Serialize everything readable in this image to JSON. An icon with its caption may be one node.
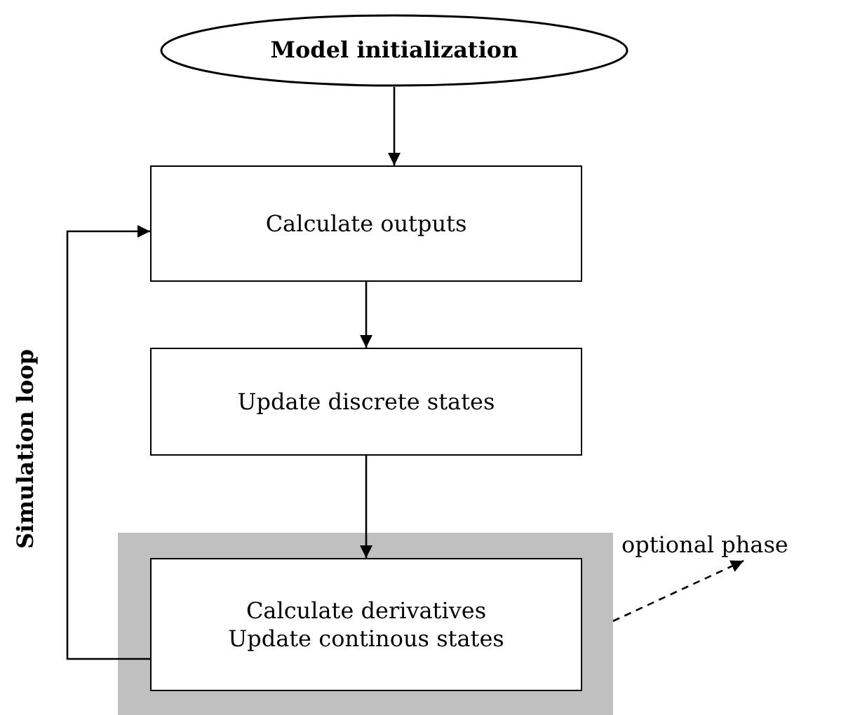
{
  "diagram": {
    "nodes": [
      {
        "text": [
          "Model initialization"
        ]
      },
      {
        "text": [
          "Calculate outputs"
        ]
      },
      {
        "text": [
          "Update discrete states"
        ]
      },
      {
        "text": [],
        "shape": "box"
      },
      {
        "text": [
          "Calculate derivatives",
          "Update continous states"
        ],
        "in": 3
      },
      {
        "text": [
          "optional phase"
        ]
      }
    ],
    "edges": [
      {
        "from": 0,
        "to": 1,
        "arrow": "to"
      },
      {
        "from": 1,
        "to": 2,
        "arrow": "to"
      },
      {
        "from": 2,
        "to": 4,
        "arrow": "to"
      },
      {
        "from": 4,
        "to": 1,
        "arrow": "to",
        "label": "Simulation loop"
      },
      {
        "from": 3,
        "to": 5,
        "arrow": "to",
        "style": "dashed"
      }
    ]
  }
}
